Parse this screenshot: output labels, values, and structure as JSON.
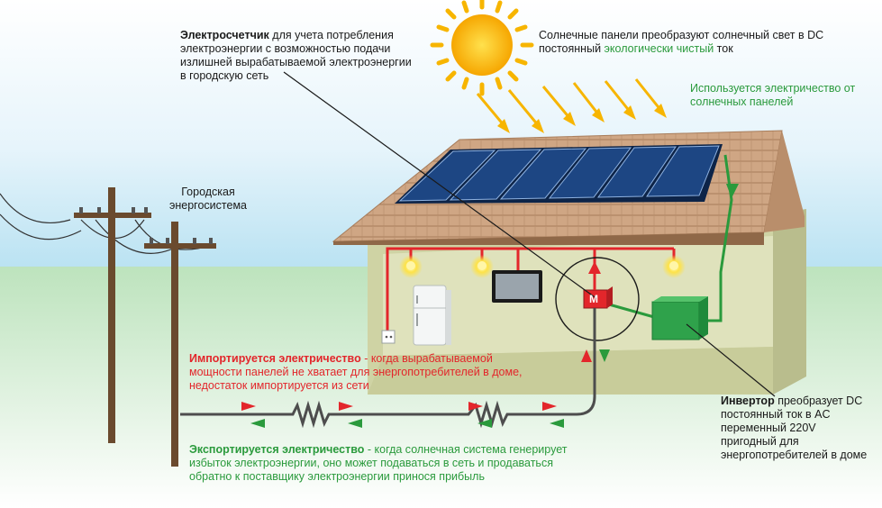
{
  "labels": {
    "meter_title": "Электросчетчик",
    "meter_text": " для учета потребления электроэнергии с возможностью подачи излишней вырабатываемой электроэнергии в городскую сеть",
    "panels_text": "Солнечные панели преобразуют солнечный свет в DC постоянный ",
    "panels_eco": "экологически чистый",
    "panels_tail": " ток",
    "used_text": "Используется электричество от солнечных панелей",
    "grid_label": "Городская энергосистема",
    "import_title": "Импортируется электричество",
    "import_text": " - когда вырабатываемой мощности панелей не хватает для энергопотребителей в доме, недостаток импортируется из сети",
    "export_title": "Экспортируется электричество",
    "export_text": " - когда солнечная система генерирует избыток электроэнергии, оно может подаваться в сеть и продаваться обратно к поставщику электроэнергии принося прибыль",
    "inverter_title": "Инвертор",
    "inverter_text": " преобразует DC постоянный ток в AC переменный 220V пригодный для энергопотребителей в доме",
    "meter_letter": "M"
  },
  "colors": {
    "red_line": "#e3262b",
    "green_line": "#2a9a3c",
    "sun": "#f7b500",
    "panel": "#1d3f7a",
    "wall": "#d8dcb0",
    "roof": "#c9a07d"
  },
  "icons": [
    "sun-icon",
    "solar-panel-icon",
    "bulb-icon",
    "fridge-icon",
    "tv-icon",
    "outlet-icon",
    "meter-icon",
    "inverter-icon",
    "resistor-icon",
    "power-pole-icon"
  ]
}
